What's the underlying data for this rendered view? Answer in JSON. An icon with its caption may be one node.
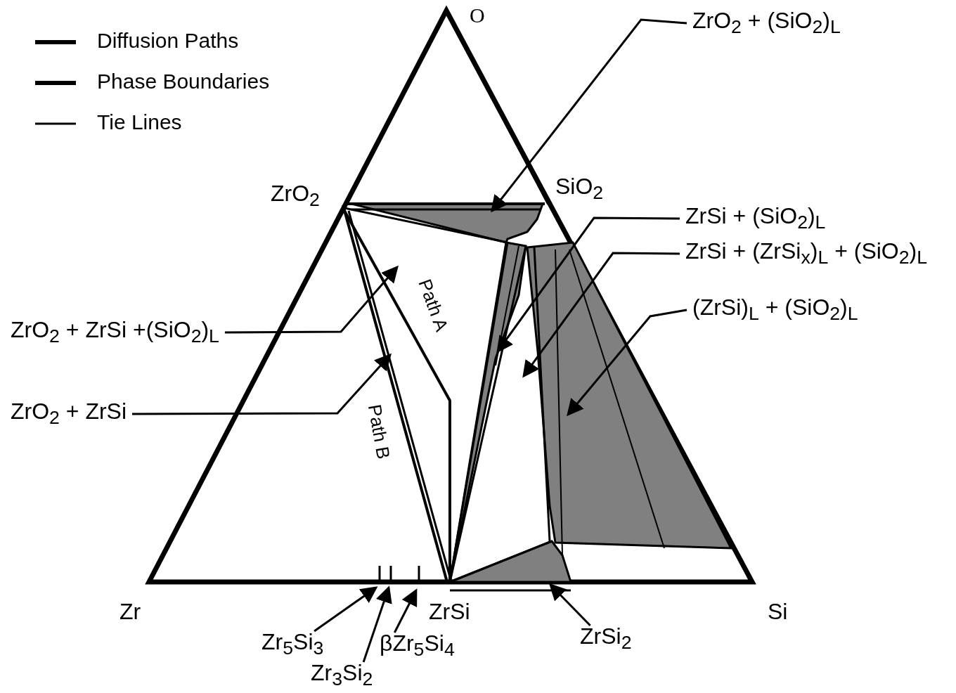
{
  "diagram": {
    "nodes": [
      {
        "text": [
          "ZrO$_{2}$ + (SiO$_{2}$)$_{L}$"
        ]
      },
      {
        "text": [
          "ZrSi + (SiO$_{2}$)$_{L}$"
        ]
      },
      {
        "text": [
          "ZrSi + (ZrSi$_{x}$)$_{L}$ + (SiO$_{2}$)$_{L}$"
        ]
      },
      {
        "text": [
          "(ZrSi)$_{L}$ + (SiO$_{2}$)$_{L}$"
        ]
      },
      {
        "text": [
          "ZrO$_{2}$ + ZrSi +(SiO$_{2}$)$_{L}$"
        ]
      },
      {
        "text": [
          "ZrO$_{2}$ + ZrSi"
        ]
      },
      {
        "text": [
          "Zr$_{5}$Si$_{3}$"
        ]
      },
      {
        "text": [
          "Zr$_{3}$Si$_{2}$"
        ]
      },
      {
        "text": [
          "βZr$_{5}$Si$_{4}$"
        ]
      },
      {
        "text": [
          "ZrSi$_{2}$"
        ]
      }
    ],
    "edges": [
      {
        "from": 0,
        "to": null,
        "arrow": "to"
      },
      {
        "from": 1,
        "to": null,
        "arrow": "to"
      },
      {
        "from": 2,
        "to": null,
        "arrow": "to"
      },
      {
        "from": 3,
        "to": null,
        "arrow": "to"
      },
      {
        "from": 4,
        "to": null,
        "arrow": "to"
      },
      {
        "from": 5,
        "to": null,
        "arrow": "to"
      },
      {
        "from": 6,
        "to": null,
        "arrow": "to"
      },
      {
        "from": 7,
        "to": null,
        "arrow": "to"
      },
      {
        "from": 8,
        "to": null,
        "arrow": "to"
      },
      {
        "from": 9,
        "to": null,
        "arrow": "to"
      }
    ],
    "labels": [
      "O",
      "ZrO$_{2}$",
      "SiO$_{2}$",
      "Path A",
      "Path B",
      "Zr",
      "ZrSi",
      "Si"
    ],
    "legend": [
      {
        "text": "Diffusion Paths"
      },
      {
        "text": "Phase Boundaries"
      },
      {
        "text": "Tie Lines"
      }
    ]
  }
}
